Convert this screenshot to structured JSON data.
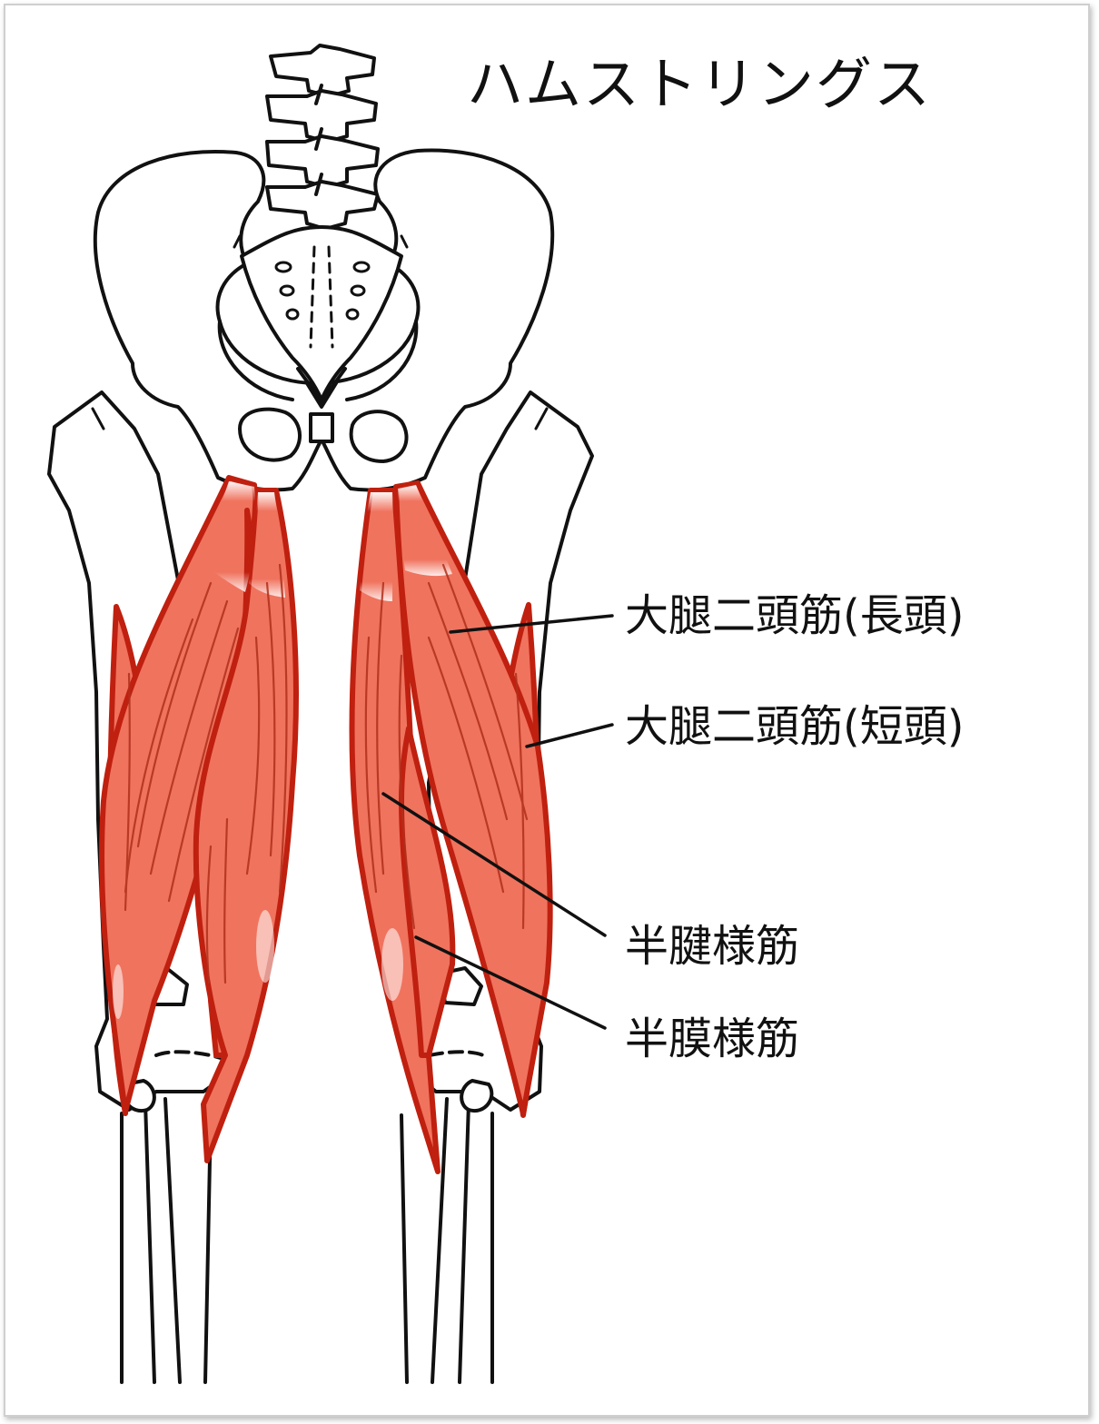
{
  "title": "ハムストリングス",
  "labels": {
    "biceps_long": "大腿二頭筋(長頭)",
    "biceps_short": "大腿二頭筋(短頭)",
    "semitendinosus": "半腱様筋",
    "semimembranosus": "半膜様筋"
  },
  "colors": {
    "muscle_fill": "#f0735e",
    "muscle_outline": "#c0200f",
    "highlight": "#ffffff",
    "bone_outline": "#111111"
  }
}
